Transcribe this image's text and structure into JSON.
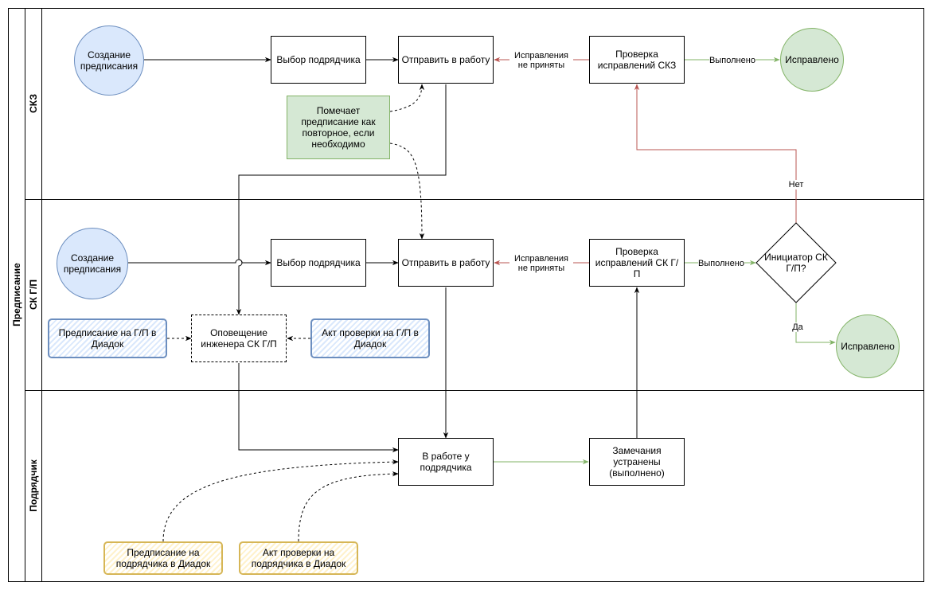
{
  "pool": {
    "title": "Предписание"
  },
  "lanes": [
    {
      "id": "skz",
      "title": "СКЗ"
    },
    {
      "id": "skgp",
      "title": "СК Г/П"
    },
    {
      "id": "contractor",
      "title": "Подрядчик"
    }
  ],
  "nodes": {
    "skz_create": "Создание предписания",
    "skz_choose": "Выбор подрядчика",
    "skz_send": "Отправить в работу",
    "skz_check": "Проверка исправлений СКЗ",
    "skz_fixed": "Исправлено",
    "skz_note": "Помечает предписание как повторное, если необходимо",
    "gp_create": "Создание предписания",
    "gp_choose": "Выбор подрядчика",
    "gp_send": "Отправить в работу",
    "gp_check": "Проверка исправлений СК Г/П",
    "gp_initiator": "Инициатор СК Г/П?",
    "gp_fixed": "Исправлено",
    "gp_doc_prescription": "Предписание на Г/П в Диадок",
    "gp_notify": "Оповещение инженера СК Г/П",
    "gp_doc_act": "Акт проверки на Г/П в Диадок",
    "c_inwork": "В работе у подрядчика",
    "c_resolved": "Замечания устранены (выполнено)",
    "c_doc_prescription": "Предписание на подрядчика в Диадок",
    "c_doc_act": "Акт проверки на подрядчика в Диадок"
  },
  "edge_labels": {
    "skz_rejected": "Исправления не приняты",
    "skz_done": "Выполнено",
    "gp_rejected": "Исправления не приняты",
    "gp_done": "Выполнено",
    "no": "Нет",
    "yes": "Да"
  },
  "colors": {
    "line": "#000000",
    "red": "#b85450",
    "green": "#82b366",
    "blue_fill": "#dae8fc",
    "blue_stroke": "#6c8ebf",
    "green_fill": "#d5e8d4",
    "yellow_fill": "#fff2cc",
    "yellow_stroke": "#d6b656"
  }
}
